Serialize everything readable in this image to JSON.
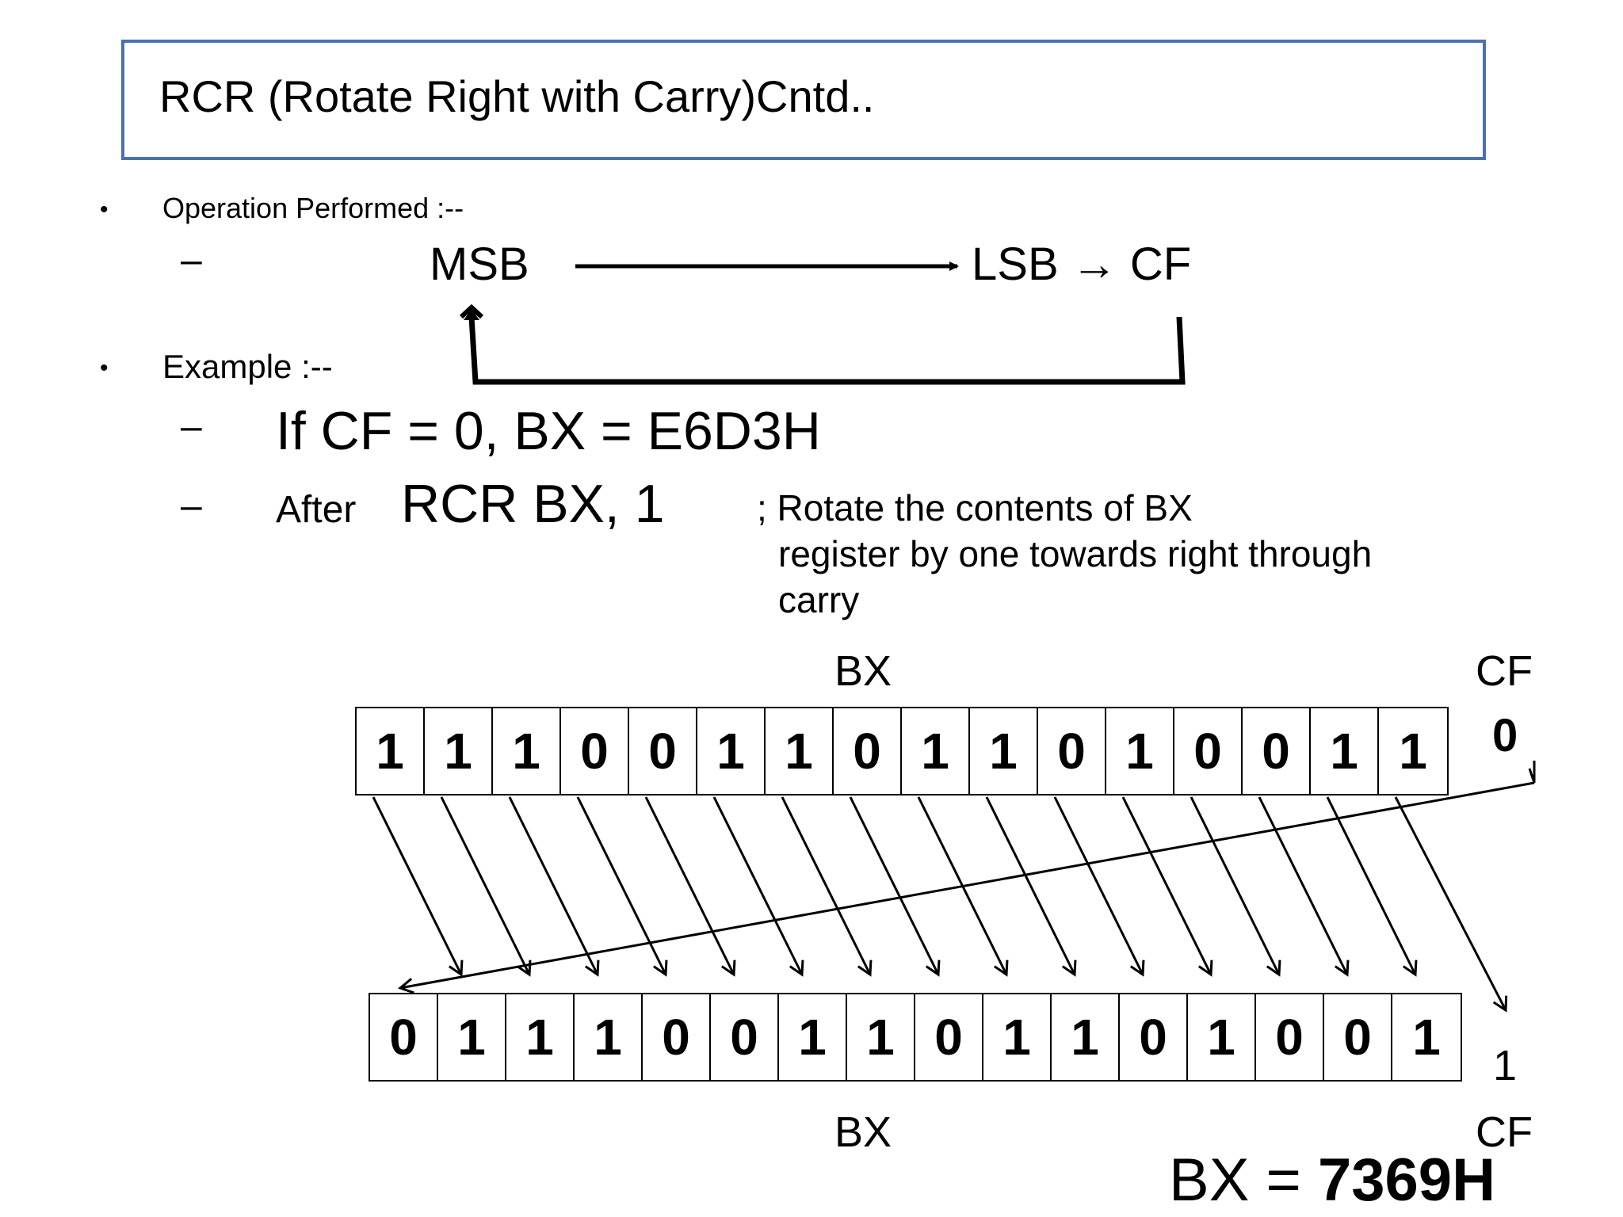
{
  "slide": {
    "title": "RCR (Rotate Right with Carry)Cntd..",
    "bullet1": {
      "text": "Operation Performed :--",
      "dash": "–",
      "msb": "MSB",
      "lsb_cf": "LSB → CF"
    },
    "bullet2": {
      "text": "Example :--",
      "line1": "If CF = 0, BX = E6D3H",
      "line2_after": "After",
      "line2_instr": "RCR  BX, 1",
      "comment_line1": "; Rotate the contents of BX",
      "comment_line2": "register by one towards right through",
      "comment_line3": "carry"
    },
    "bullet_symbol": "•",
    "dash_symbol": "–"
  },
  "diagram": {
    "top_label": "BX",
    "top_cf_label": "CF",
    "top_cf_value": "0",
    "before_bits": [
      "1",
      "1",
      "1",
      "0",
      "0",
      "1",
      "1",
      "0",
      "1",
      "1",
      "0",
      "1",
      "0",
      "0",
      "1",
      "1"
    ],
    "after_bits": [
      "0",
      "1",
      "1",
      "1",
      "0",
      "0",
      "1",
      "1",
      "0",
      "1",
      "1",
      "0",
      "1",
      "0",
      "0",
      "1"
    ],
    "bottom_cf_value": "1",
    "bottom_label": "BX",
    "bottom_cf_label": "CF",
    "result_prefix": "BX = ",
    "result_value": "7369H"
  },
  "colors": {
    "title_border": "#4a72b0"
  }
}
